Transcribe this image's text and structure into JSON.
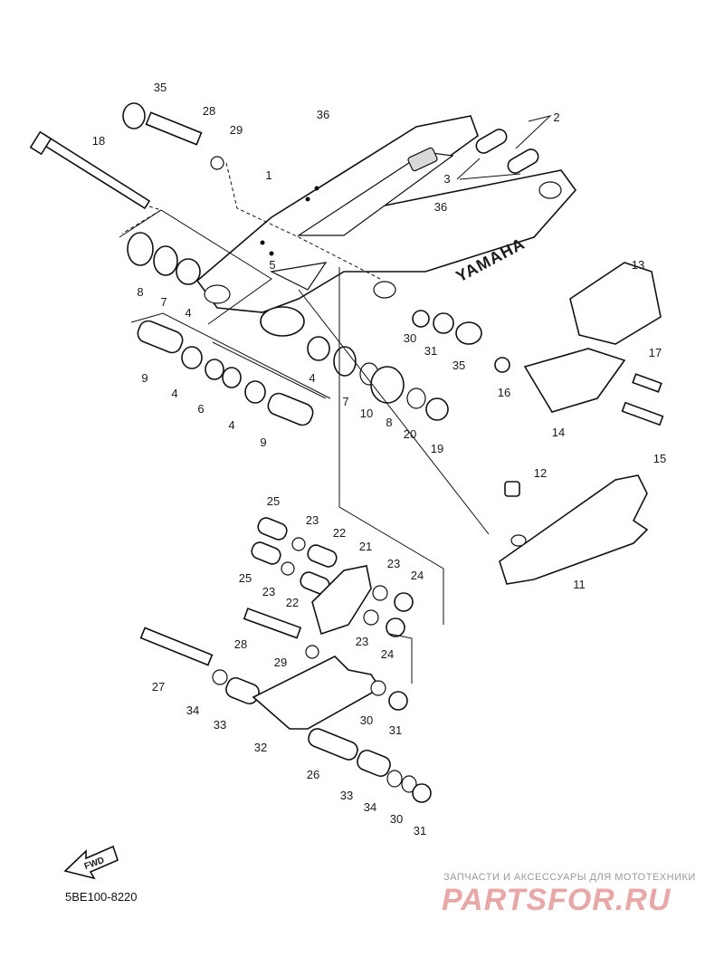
{
  "diagram": {
    "brand_lettering": "YAMAHA",
    "fwd_label": "FWD",
    "code": "5BE100-8220",
    "part_labels": {
      "p1": "1",
      "p2": "2",
      "p3": "3",
      "p4": "4",
      "p5": "5",
      "p6": "6",
      "p7": "7",
      "p8": "8",
      "p9": "9",
      "p10": "10",
      "p11": "11",
      "p12": "12",
      "p13": "13",
      "p14": "14",
      "p15": "15",
      "p16": "16",
      "p17": "17",
      "p18": "18",
      "p19": "19",
      "p20": "20",
      "p21": "21",
      "p22": "22",
      "p23": "23",
      "p24": "24",
      "p25": "25",
      "p26": "26",
      "p27": "27",
      "p28": "28",
      "p29": "29",
      "p30": "30",
      "p31": "31",
      "p32": "32",
      "p33": "33",
      "p34": "34",
      "p35": "35",
      "p36": "36"
    }
  },
  "watermark": {
    "tagline": "ЗАПЧАСТИ И АКСЕССУАРЫ ДЛЯ МОТОТЕХНИКИ",
    "site": "PARTSFOR.RU"
  }
}
